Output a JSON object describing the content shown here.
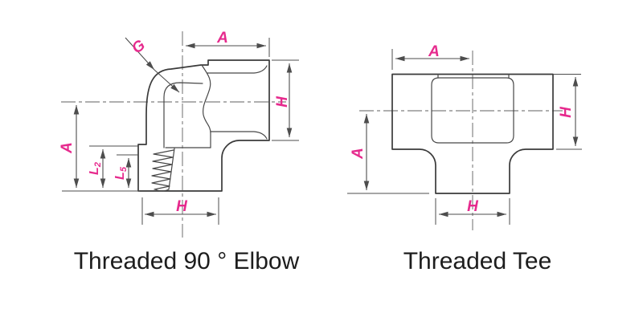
{
  "colors": {
    "background": "#ffffff",
    "line": "#3a3a3a",
    "dimension_line": "#4d4d4d",
    "label": "#e62a8d",
    "caption": "#1d1d1d"
  },
  "elbow": {
    "caption": "Threaded 90 ° Elbow",
    "labels": {
      "g": "G",
      "a_top": "A",
      "h_right": "H",
      "a_left": "A",
      "l2_main": "L",
      "l2_sub": "2",
      "l5_main": "L",
      "l5_sub": "5",
      "h_bottom": "H"
    }
  },
  "tee": {
    "caption": "Threaded Tee",
    "labels": {
      "a_top": "A",
      "h_right": "H",
      "a_left": "A",
      "h_bottom": "H"
    }
  }
}
